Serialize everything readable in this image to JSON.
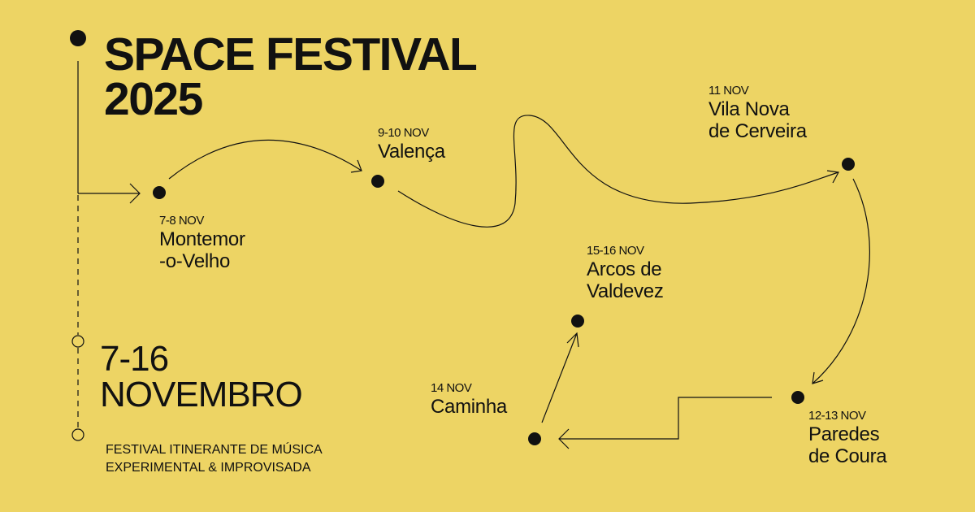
{
  "title": {
    "line1": "SPACE FESTIVAL",
    "line2": "2025"
  },
  "dates": {
    "line1": "7-16",
    "line2": "NOVEMBRO"
  },
  "subtitle": {
    "line1": "FESTIVAL ITINERANTE DE MÚSICA",
    "line2": "EXPERIMENTAL & IMPROVISADA"
  },
  "stops": [
    {
      "date": "7-8 NOV",
      "name1": "Montemor",
      "name2": "-o-Velho"
    },
    {
      "date": "9-10 NOV",
      "name1": "Valença"
    },
    {
      "date": "11 NOV",
      "name1": "Vila Nova",
      "name2": "de Cerveira"
    },
    {
      "date": "12-13 NOV",
      "name1": "Paredes",
      "name2": "de Coura"
    },
    {
      "date": "14 NOV",
      "name1": "Caminha"
    },
    {
      "date": "15-16 NOV",
      "name1": "Arcos de",
      "name2": "Valdevez"
    }
  ],
  "colors": {
    "background": "#EDD464",
    "ink": "#111111"
  }
}
